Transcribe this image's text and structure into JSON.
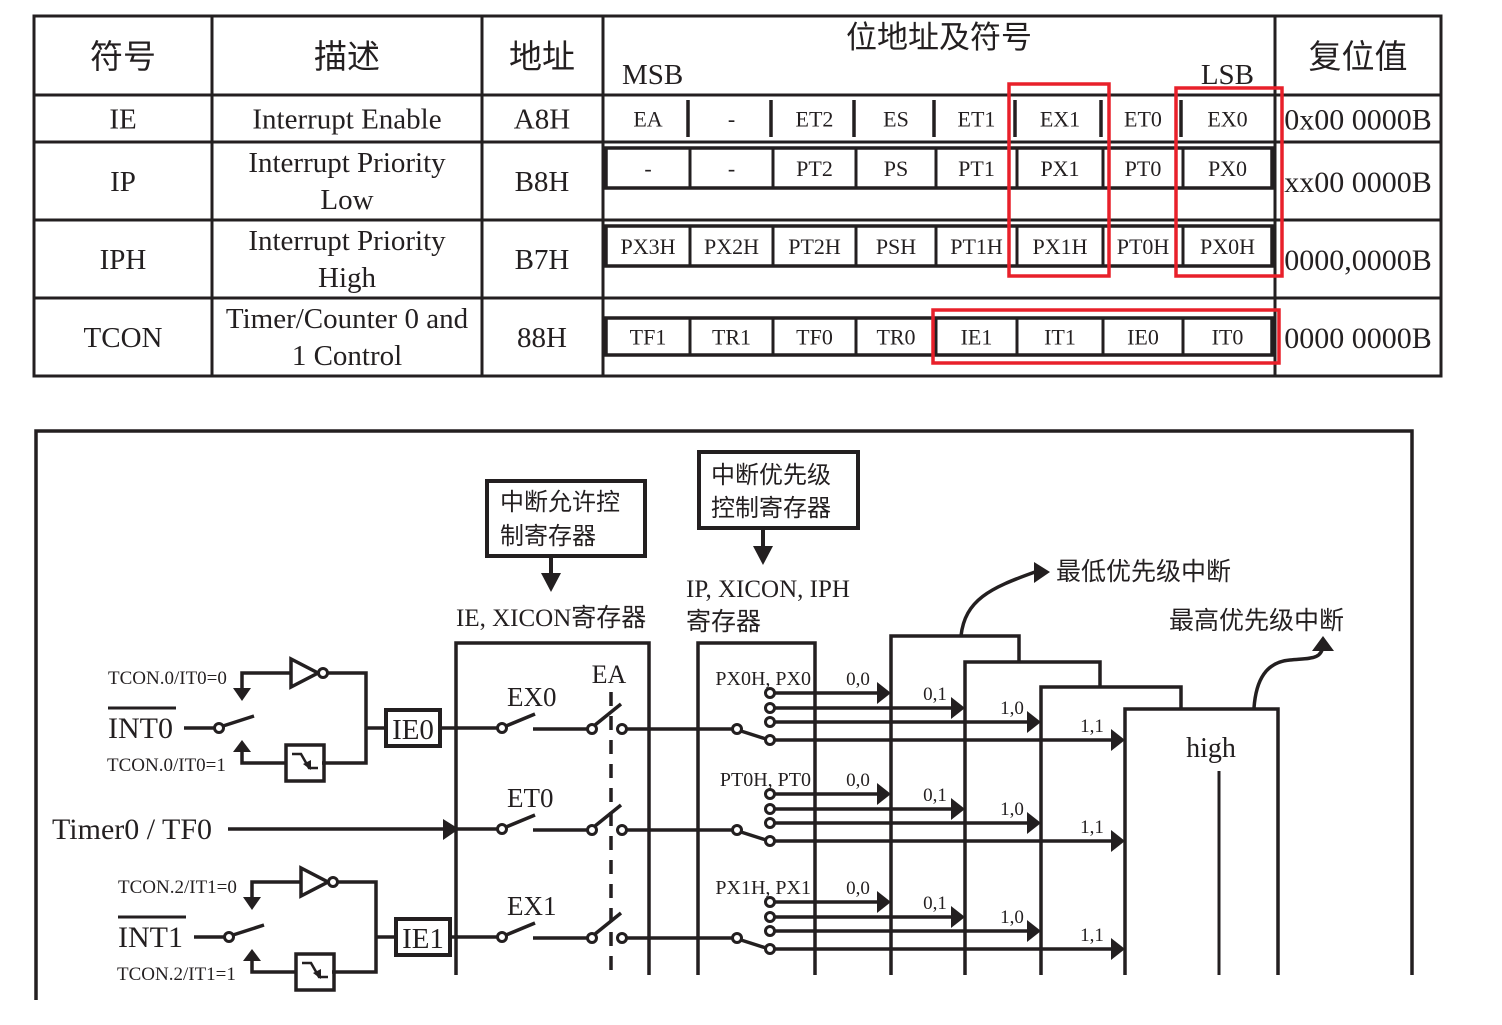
{
  "table": {
    "headers": {
      "symbol": "符号",
      "description": "描述",
      "address": "地址",
      "bits": "位地址及符号",
      "msb": "MSB",
      "lsb": "LSB",
      "reset": "复位值"
    },
    "rows": [
      {
        "symbol": "IE",
        "desc": [
          "Interrupt Enable"
        ],
        "address": "A8H",
        "bits": [
          "EA",
          "-",
          "ET2",
          "ES",
          "ET1",
          "EX1",
          "ET0",
          "EX0"
        ],
        "reset": "0x00 0000B"
      },
      {
        "symbol": "IP",
        "desc": [
          "Interrupt Priority",
          "Low"
        ],
        "address": "B8H",
        "bits": [
          "-",
          "-",
          "PT2",
          "PS",
          "PT1",
          "PX1",
          "PT0",
          "PX0"
        ],
        "reset": "xx00 0000B"
      },
      {
        "symbol": "IPH",
        "desc": [
          "Interrupt Priority",
          "High"
        ],
        "address": "B7H",
        "bits": [
          "PX3H",
          "PX2H",
          "PT2H",
          "PSH",
          "PT1H",
          "PX1H",
          "PT0H",
          "PX0H"
        ],
        "reset": "0000,0000B"
      },
      {
        "symbol": "TCON",
        "desc": [
          "Timer/Counter 0 and",
          "1 Control"
        ],
        "address": "88H",
        "bits": [
          "TF1",
          "TR1",
          "TF0",
          "TR0",
          "IE1",
          "IT1",
          "IE0",
          "IT0"
        ],
        "reset": "0000 0000B"
      }
    ],
    "highlight_color": "#e8202a"
  },
  "diagram": {
    "enable_box": [
      "中断允许控",
      "制寄存器"
    ],
    "enable_reg": "IE, XICON寄存器",
    "priority_box": [
      "中断优先级",
      "控制寄存器"
    ],
    "priority_reg": [
      "IP, XICON, IPH",
      "寄存器"
    ],
    "lowest": "最低优先级中断",
    "highest": "最高优先级中断",
    "high_label": "high",
    "ea_label": "EA",
    "sources": [
      {
        "name": "INT0",
        "flag": "IE0",
        "it0": "TCON.0/IT0=0",
        "it1": "TCON.0/IT0=1",
        "enable": "EX0",
        "priority": "PX0H, PX0"
      },
      {
        "name": "Timer0 / TF0",
        "enable": "ET0",
        "priority": "PT0H, PT0"
      },
      {
        "name": "INT1",
        "flag": "IE1",
        "it0": "TCON.2/IT1=0",
        "it1": "TCON.2/IT1=1",
        "enable": "EX1",
        "priority": "PX1H, PX1"
      }
    ],
    "priority_codes": [
      "0,0",
      "0,1",
      "1,0",
      "1,1"
    ]
  }
}
